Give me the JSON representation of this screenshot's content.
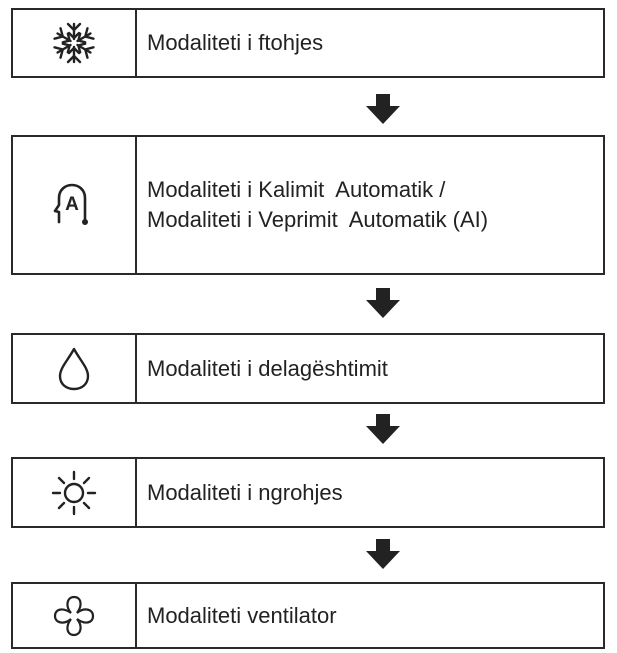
{
  "modes": [
    {
      "id": "cooling",
      "icon": "snowflake-icon",
      "lines": [
        "Modaliteti i ftohjes"
      ]
    },
    {
      "id": "auto",
      "icon": "auto-mode-icon",
      "icon_text": "A",
      "lines": [
        "Modaliteti i Kalimit  Automatik /",
        "Modaliteti i Veprimit  Automatik (AI)"
      ]
    },
    {
      "id": "dry",
      "icon": "water-drop-icon",
      "lines": [
        "Modaliteti i delagështimit"
      ]
    },
    {
      "id": "heating",
      "icon": "sun-icon",
      "lines": [
        "Modaliteti i ngrohjes"
      ]
    },
    {
      "id": "fan",
      "icon": "fan-icon",
      "lines": [
        "Modaliteti ventilator"
      ]
    }
  ],
  "colors": {
    "border": "#2a2a2a",
    "arrow": "#222222",
    "text": "#222222"
  }
}
